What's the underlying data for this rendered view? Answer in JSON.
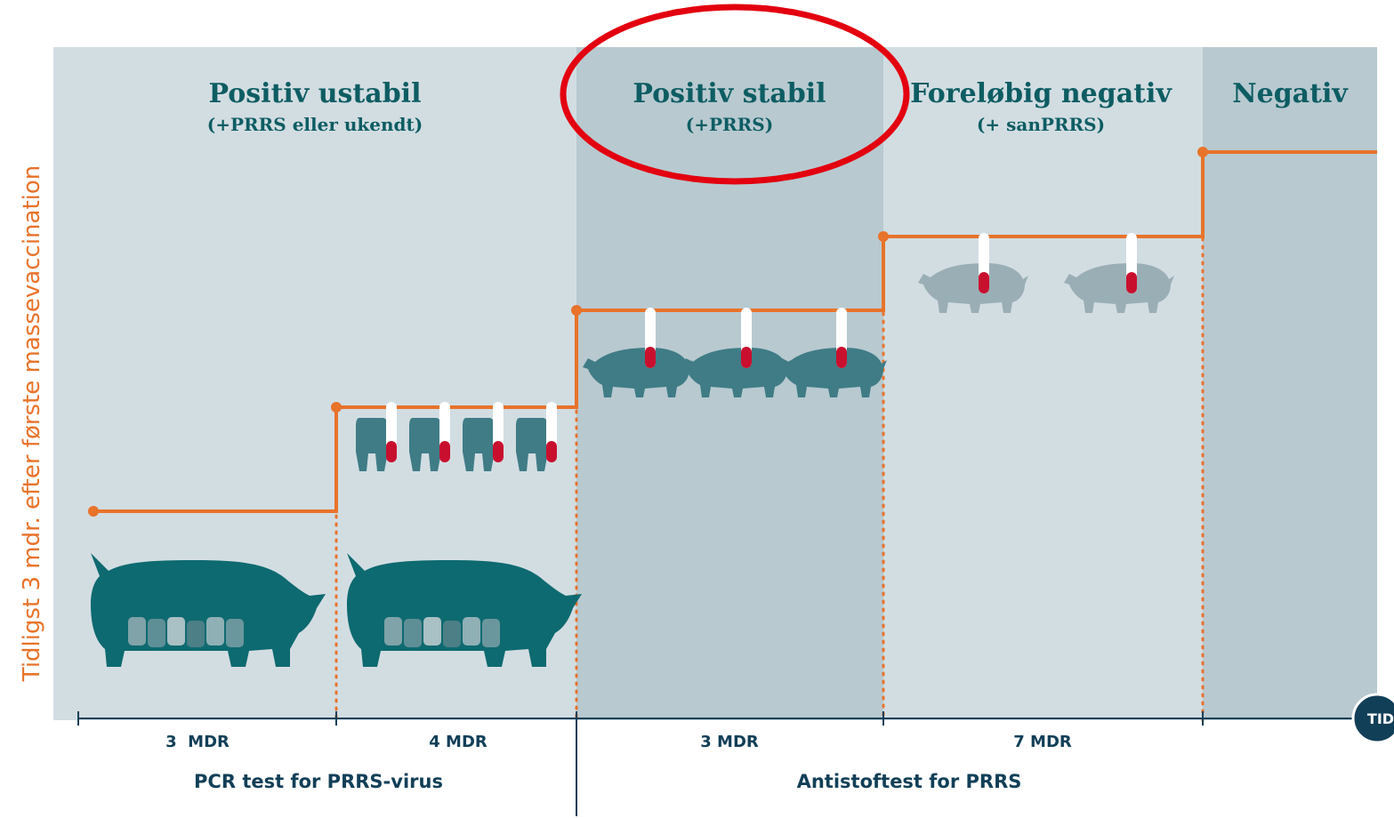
{
  "y_axis_label": "Tidligst 3 mdr. efter første massevaccination",
  "time_label": "TID",
  "colors": {
    "panel_light": "#d2dde2",
    "panel_dark": "#b8c9d0",
    "step_line": "#e8732a",
    "pig_dark": "#0d6a70",
    "pig_mid": "#3f7c86",
    "pig_light": "#9aaeb5",
    "axis": "#123f58",
    "highlight": "#e3000f"
  },
  "phases": [
    {
      "title": "Positiv ustabil",
      "subtitle": "(+PRRS eller ukendt)"
    },
    {
      "title": "Positiv stabil",
      "subtitle": "(+PRRS)",
      "highlighted": true
    },
    {
      "title": "Foreløbig negativ",
      "subtitle": "(+ sanPRRS)"
    },
    {
      "title": "Negativ",
      "subtitle": ""
    }
  ],
  "durations": [
    "3  MDR",
    "4 MDR",
    "3 MDR",
    "7 MDR"
  ],
  "tests": [
    "PCR test for PRRS-virus",
    "Antistoftest for PRRS"
  ],
  "step_levels": [
    1,
    2,
    3,
    4,
    5
  ],
  "icons": {
    "sow": "sow-with-piglets-icon",
    "piglet": "piglet-rear-icon",
    "pig": "finishing-pig-icon",
    "tube": "blood-sample-tube-icon"
  }
}
